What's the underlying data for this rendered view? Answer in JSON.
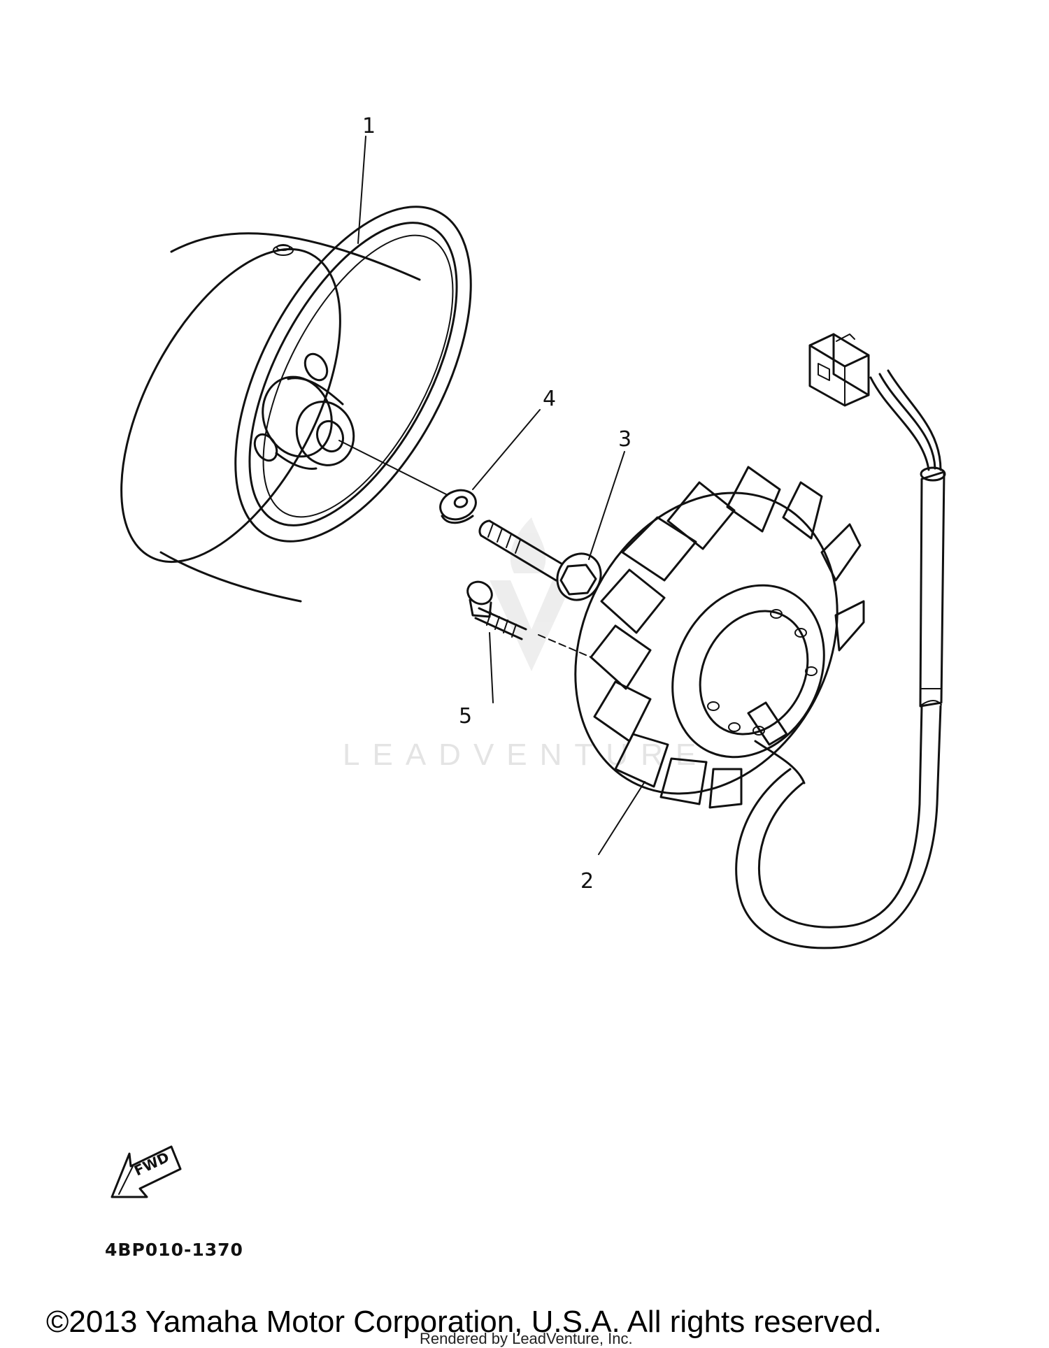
{
  "callouts": {
    "c1": "1",
    "c2": "2",
    "c3": "3",
    "c4": "4",
    "c5": "5"
  },
  "fwd_label": "FWD",
  "diagram_code": "4BP010-1370",
  "watermark": "LEADVENTURE",
  "copyright": "©2013 Yamaha Motor Corporation, U.S.A. All rights reserved.",
  "rendered_by": "Rendered by LeadVenture, Inc."
}
